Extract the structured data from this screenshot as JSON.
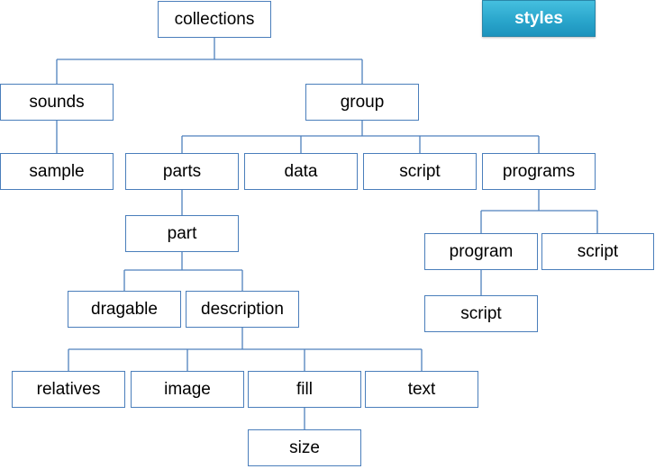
{
  "diagram": {
    "nodes": {
      "collections": "collections",
      "styles": "styles",
      "sounds": "sounds",
      "group": "group",
      "sample": "sample",
      "parts": "parts",
      "data": "data",
      "group_script": "script",
      "programs": "programs",
      "part": "part",
      "program": "program",
      "programs_script": "script",
      "dragable": "dragable",
      "description": "description",
      "program_script": "script",
      "relatives": "relatives",
      "image": "image",
      "fill": "fill",
      "text": "text",
      "size": "size"
    },
    "colors": {
      "node_border": "#4a7ebb",
      "connector": "#4f81bd",
      "accent_fill": "#2aa6cc",
      "accent_text": "#ffffff",
      "node_text": "#000000"
    }
  }
}
